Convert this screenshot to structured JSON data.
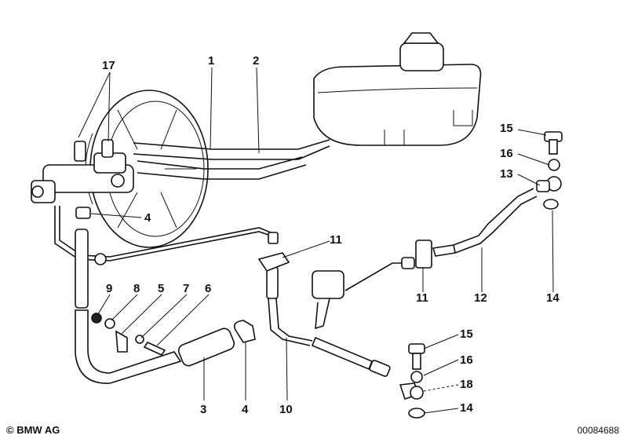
{
  "callouts": [
    {
      "id": "c1",
      "text": "1"
    },
    {
      "id": "c2",
      "text": "2"
    },
    {
      "id": "c17",
      "text": "17"
    },
    {
      "id": "c4a",
      "text": "4"
    },
    {
      "id": "c9",
      "text": "9"
    },
    {
      "id": "c8",
      "text": "8"
    },
    {
      "id": "c5",
      "text": "5"
    },
    {
      "id": "c7",
      "text": "7"
    },
    {
      "id": "c6",
      "text": "6"
    },
    {
      "id": "c3",
      "text": "3"
    },
    {
      "id": "c4b",
      "text": "4"
    },
    {
      "id": "c10",
      "text": "10"
    },
    {
      "id": "c11a",
      "text": "11"
    },
    {
      "id": "c11b",
      "text": "11"
    },
    {
      "id": "c12",
      "text": "12"
    },
    {
      "id": "c15a",
      "text": "15"
    },
    {
      "id": "c16a",
      "text": "16"
    },
    {
      "id": "c13",
      "text": "13"
    },
    {
      "id": "c14a",
      "text": "14"
    },
    {
      "id": "c15b",
      "text": "15"
    },
    {
      "id": "c16b",
      "text": "16"
    },
    {
      "id": "c18",
      "text": "18"
    },
    {
      "id": "c14b",
      "text": "14"
    }
  ],
  "footer": {
    "logo_text": "BMW AG",
    "copyright_symbol": "©",
    "drawing_number": "00084688"
  }
}
